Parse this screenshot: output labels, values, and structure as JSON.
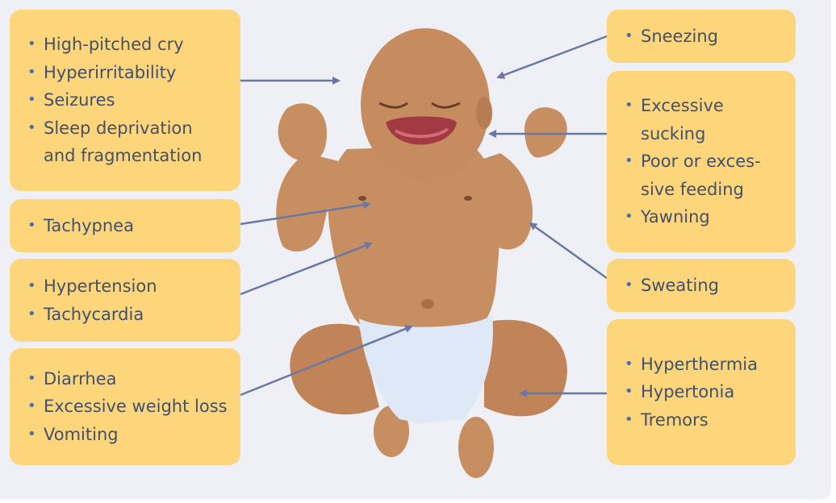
{
  "colors": {
    "background": "#eef0f5",
    "box": "#fdd57a",
    "text": "#44506a",
    "bullet": "#4a6bb0",
    "arrow": "#6a77a3",
    "skin": "#c78e62",
    "diaper": "#dfe8f7"
  },
  "illustration": "crying-newborn-infant",
  "boxes": {
    "left1": {
      "items": [
        "High-pitched cry",
        "Hyperirritability",
        "Seizures",
        "Sleep deprivation\nand fragmentation"
      ]
    },
    "left2": {
      "items": [
        "Tachypnea"
      ]
    },
    "left3": {
      "items": [
        "Hypertension",
        "Tachycardia"
      ]
    },
    "left4": {
      "items": [
        "Diarrhea",
        "Excessive weight loss",
        "Vomiting"
      ]
    },
    "right1": {
      "items": [
        "Sneezing"
      ]
    },
    "right2": {
      "items": [
        "Excessive\nsucking",
        "Poor or exces-\nsive feeding",
        "Yawning"
      ]
    },
    "right3": {
      "items": [
        "Sweating"
      ]
    },
    "right4": {
      "items": [
        "Hyperthermia",
        "Hypertonia",
        "Tremors"
      ]
    }
  }
}
